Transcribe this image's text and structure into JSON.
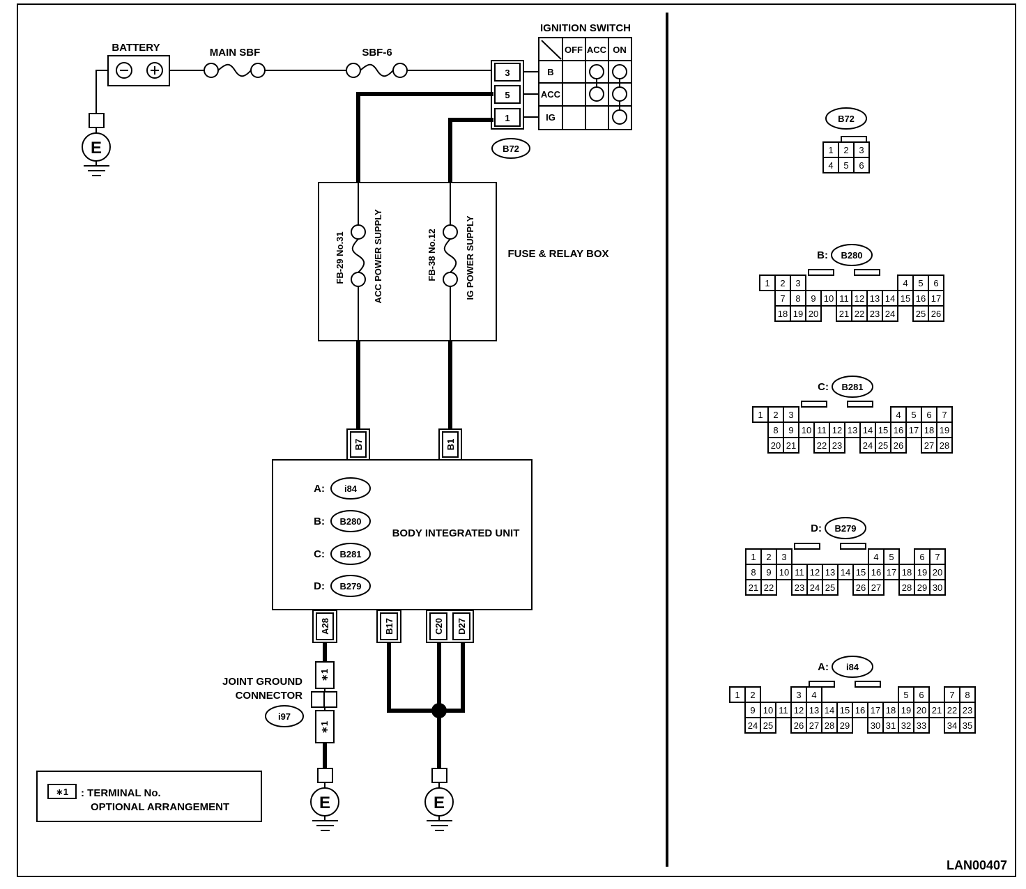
{
  "battery": {
    "label": "BATTERY",
    "minus": "⊖",
    "plus": "⊕"
  },
  "main_sbf": "MAIN SBF",
  "sbf6": "SBF-6",
  "ground_symbol": "E",
  "ignition_switch": {
    "title": "IGNITION SWITCH",
    "columns": [
      "OFF",
      "ACC",
      "ON"
    ],
    "rows": [
      "B",
      "ACC",
      "IG"
    ],
    "terminals": [
      "3",
      "5",
      "1"
    ],
    "connector": "B72"
  },
  "fuse_box": {
    "label": "FUSE & RELAY BOX",
    "fuse1": {
      "id": "FB-29 No.31",
      "name": "ACC POWER SUPPLY"
    },
    "fuse2": {
      "id": "FB-38 No.12",
      "name": "IG POWER SUPPLY"
    }
  },
  "biu": {
    "label": "BODY INTEGRATED UNIT",
    "connectors": [
      {
        "prefix": "A:",
        "id": "i84"
      },
      {
        "prefix": "B:",
        "id": "B280"
      },
      {
        "prefix": "C:",
        "id": "B281"
      },
      {
        "prefix": "D:",
        "id": "B279"
      }
    ],
    "top_terminals": [
      "B7",
      "B1"
    ],
    "bottom_terminals": [
      "A28",
      "B17",
      "C20",
      "D27"
    ]
  },
  "joint_ground": {
    "label_line1": "JOINT GROUND",
    "label_line2": "CONNECTOR",
    "connector": "i97",
    "terminal": "∗1"
  },
  "legend": {
    "symbol": "∗1",
    "line1": ": TERMINAL No.",
    "line2": "OPTIONAL ARRANGEMENT"
  },
  "connector_views": [
    {
      "prefix": "",
      "id": "B72",
      "rows": [
        [
          "1",
          "2",
          "3"
        ],
        [
          "4",
          "5",
          "6"
        ]
      ]
    },
    {
      "prefix": "B:",
      "id": "B280",
      "rows": [
        [
          "1",
          "2",
          "3",
          "",
          "",
          "",
          "",
          "",
          "",
          "4",
          "5",
          "6"
        ],
        [
          "7",
          "8",
          "9",
          "10",
          "11",
          "12",
          "13",
          "14",
          "15",
          "16",
          "17"
        ],
        [
          "18",
          "19",
          "20",
          "",
          "21",
          "22",
          "23",
          "24",
          "",
          "25",
          "26"
        ]
      ]
    },
    {
      "prefix": "C:",
      "id": "B281",
      "rows": [
        [
          "1",
          "2",
          "3",
          "",
          "",
          "",
          "",
          "",
          "",
          "4",
          "5",
          "6",
          "7"
        ],
        [
          "8",
          "9",
          "10",
          "11",
          "12",
          "13",
          "14",
          "15",
          "16",
          "17",
          "18",
          "19"
        ],
        [
          "20",
          "21",
          "",
          "22",
          "23",
          "",
          "24",
          "25",
          "26",
          "",
          "27",
          "28"
        ]
      ]
    },
    {
      "prefix": "D:",
      "id": "B279",
      "rows": [
        [
          "1",
          "2",
          "3",
          "",
          "",
          "",
          "",
          "",
          "4",
          "5",
          "",
          "6",
          "7"
        ],
        [
          "8",
          "9",
          "10",
          "11",
          "12",
          "13",
          "14",
          "15",
          "16",
          "17",
          "18",
          "19",
          "20"
        ],
        [
          "21",
          "22",
          "",
          "23",
          "24",
          "25",
          "",
          "26",
          "27",
          "",
          "28",
          "29",
          "30"
        ]
      ]
    },
    {
      "prefix": "A:",
      "id": "i84",
      "rows": [
        [
          "1",
          "2",
          "",
          "",
          "3",
          "4",
          "",
          "",
          "",
          "",
          "",
          "5",
          "6",
          "",
          "7",
          "8"
        ],
        [
          "9",
          "10",
          "11",
          "12",
          "13",
          "14",
          "15",
          "16",
          "17",
          "18",
          "19",
          "20",
          "21",
          "22",
          "23"
        ],
        [
          "24",
          "25",
          "",
          "26",
          "27",
          "28",
          "29",
          "",
          "30",
          "31",
          "32",
          "33",
          "",
          "34",
          "35"
        ]
      ]
    }
  ],
  "figure_code": "LAN00407"
}
